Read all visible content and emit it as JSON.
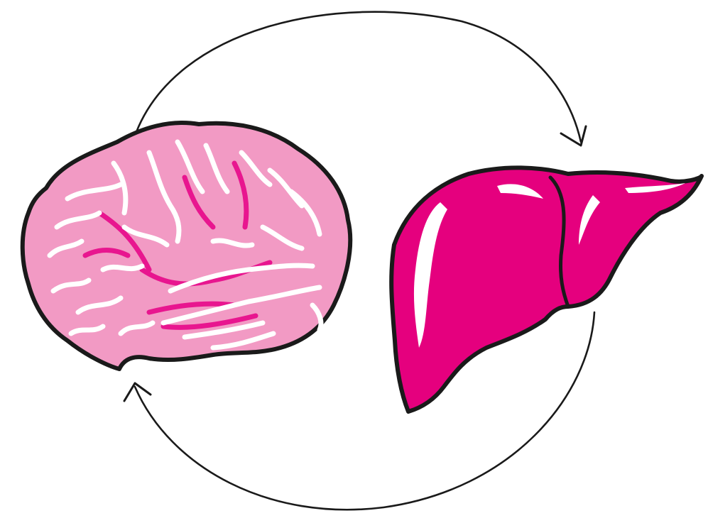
{
  "diagram": {
    "nodes": [
      {
        "id": "brain",
        "icon": "brain-icon"
      },
      {
        "id": "liver",
        "icon": "liver-icon"
      }
    ],
    "edges": [
      {
        "from": "brain",
        "to": "liver",
        "icon": "arrow-top-curved-icon",
        "direction": "clockwise"
      },
      {
        "from": "liver",
        "to": "brain",
        "icon": "arrow-bottom-curved-icon",
        "direction": "clockwise"
      }
    ]
  },
  "colors": {
    "background": "#ffffff",
    "outline": "#1a1a1a",
    "brain_fill": "#f29ac4",
    "brain_groove_shadow": "#e8168f",
    "brain_highlight": "#ffffff",
    "liver_fill": "#e5007e",
    "liver_highlight": "#ffffff",
    "arrow_stroke": "#1a1a1a"
  }
}
